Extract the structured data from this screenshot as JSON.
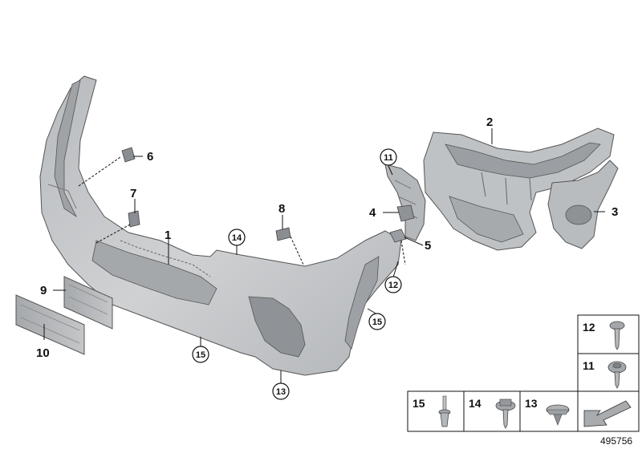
{
  "diagram": {
    "reference_number": "495756",
    "colors": {
      "part_fill": "#c9cbcd",
      "part_shade": "#a9acaf",
      "part_dark": "#8d9094",
      "line": "#111111"
    },
    "callouts": {
      "p1": "1",
      "p2": "2",
      "p3": "3",
      "p4": "4",
      "p5": "5",
      "p6": "6",
      "p7": "7",
      "p8": "8",
      "p9": "9",
      "p10": "10",
      "c11": "11",
      "c12": "12",
      "c13": "13",
      "c14": "14",
      "c15_left": "15",
      "c15_right": "15"
    },
    "hardware_legend": [
      {
        "number": "12",
        "icon": "torx-screw-icon"
      },
      {
        "number": "11",
        "icon": "flange-screw-icon"
      },
      {
        "number": "15",
        "icon": "expanding-rivet-icon"
      },
      {
        "number": "14",
        "icon": "hex-flange-screw-icon"
      },
      {
        "number": "13",
        "icon": "clip-nut-icon"
      },
      {
        "number": "",
        "icon": "arrow-symbol-icon"
      }
    ]
  }
}
